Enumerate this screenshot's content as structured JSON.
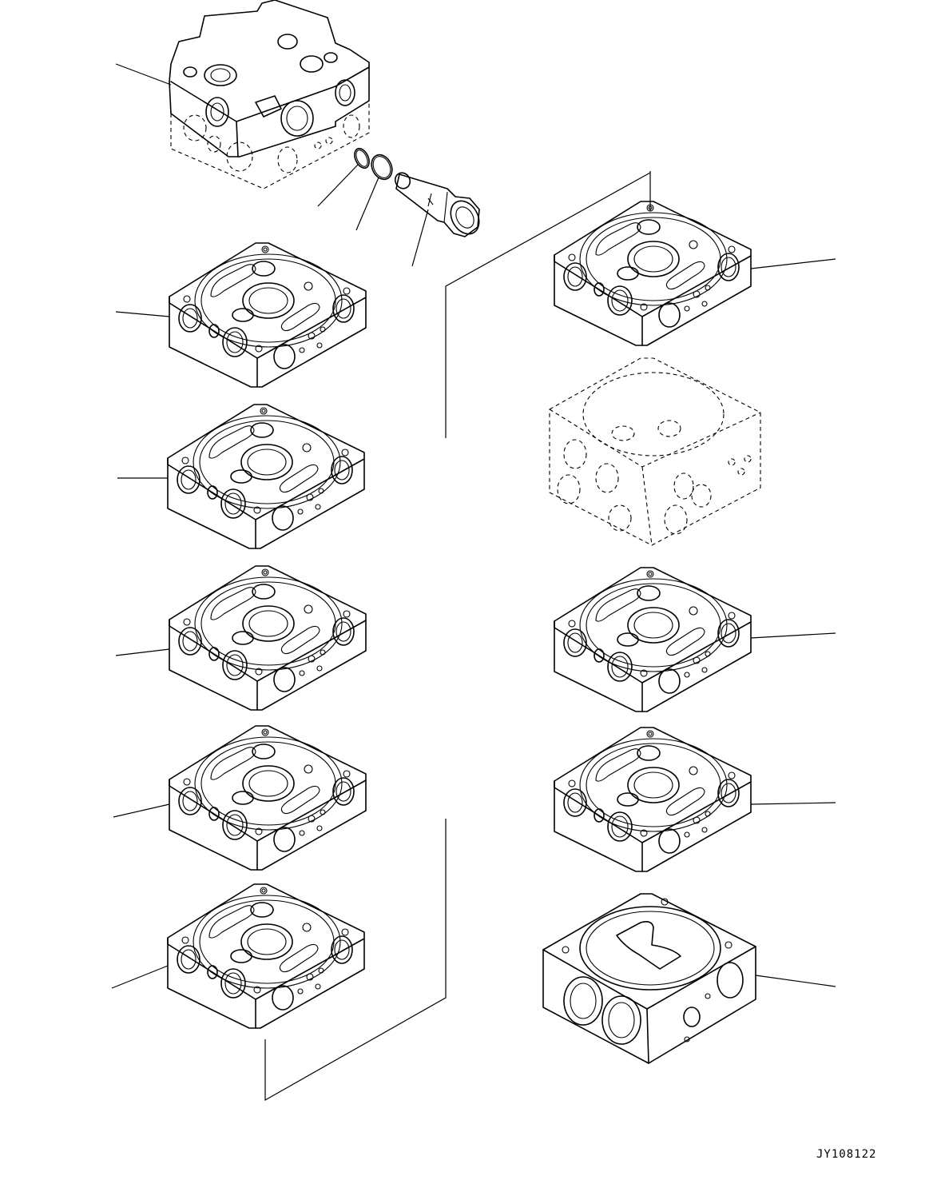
{
  "drawing": {
    "reference_code": "JY108122"
  },
  "parts": [
    {
      "id": "end-cover",
      "kind": "cover-block"
    },
    {
      "id": "o-ring-small",
      "kind": "o-ring"
    },
    {
      "id": "o-ring-large",
      "kind": "o-ring"
    },
    {
      "id": "plug",
      "kind": "plug"
    },
    {
      "id": "section-left-1",
      "kind": "valve-section"
    },
    {
      "id": "section-left-2",
      "kind": "valve-section"
    },
    {
      "id": "section-left-3",
      "kind": "valve-section"
    },
    {
      "id": "section-left-4",
      "kind": "valve-section"
    },
    {
      "id": "section-left-5",
      "kind": "valve-section"
    },
    {
      "id": "section-right-1",
      "kind": "valve-section"
    },
    {
      "id": "section-right-ghost",
      "kind": "valve-section-phantom"
    },
    {
      "id": "section-right-2",
      "kind": "valve-section"
    },
    {
      "id": "section-right-3",
      "kind": "valve-section"
    },
    {
      "id": "section-right-4",
      "kind": "inlet-section"
    }
  ]
}
